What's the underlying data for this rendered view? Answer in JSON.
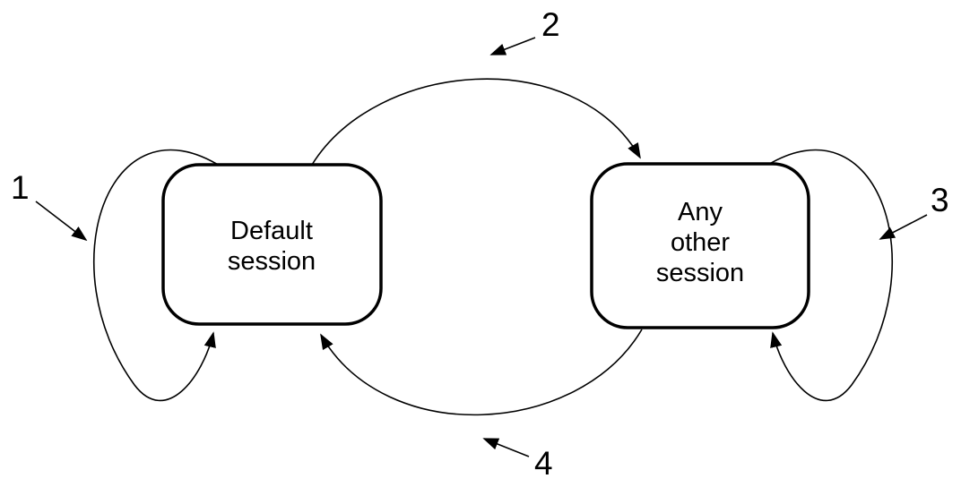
{
  "diagram": {
    "title": "session-state-diagram",
    "colors": {
      "stroke": "#000000",
      "background": "#ffffff"
    },
    "states": [
      {
        "id": "default-session",
        "lines": [
          "Default",
          "session"
        ]
      },
      {
        "id": "any-other-session",
        "lines": [
          "Any",
          "other",
          "session"
        ]
      }
    ],
    "labels": {
      "l1": "1",
      "l2": "2",
      "l3": "3",
      "l4": "4"
    }
  }
}
